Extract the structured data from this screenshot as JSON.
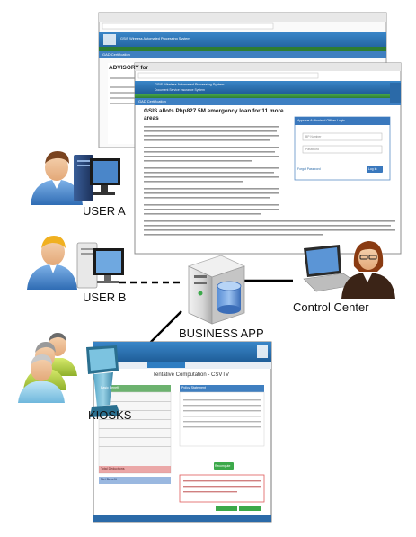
{
  "nodes": {
    "user_a": "USER  A",
    "user_b": "USER B",
    "business_app": "BUSINESS APP",
    "control_center": "Control Center",
    "kiosks": "KIOSKS"
  },
  "screen_back": {
    "header": "GSIS Wireless Automated Processing System",
    "tab": "GAD Certification",
    "advisory": "ADVISORY for"
  },
  "screen_front": {
    "system_title": "GSIS Wireless Automated Processing System",
    "system_subtitle": "Document Service Insurance System",
    "tab": "GAD Certification",
    "headline": "GSIS allots Php827.5M emergency loan for 11 more areas",
    "login_title": "Approve Authorized Officer Login",
    "login_id_placeholder": "BP Number",
    "login_pw_placeholder": "Password",
    "login_button": "Log In",
    "forgot_link": "Forgot Password"
  },
  "kiosk_screen": {
    "title": "Tentative Computation - CSVTV",
    "left_header": "Basic Benefit",
    "right_header": "Policy Statement",
    "total_label": "Total Deductions",
    "net_label": "Net Benefit",
    "button": "Recompute"
  },
  "colors": {
    "accent_blue": "#1f6fb5",
    "header_green": "#2e8b57",
    "line": "#000000"
  }
}
